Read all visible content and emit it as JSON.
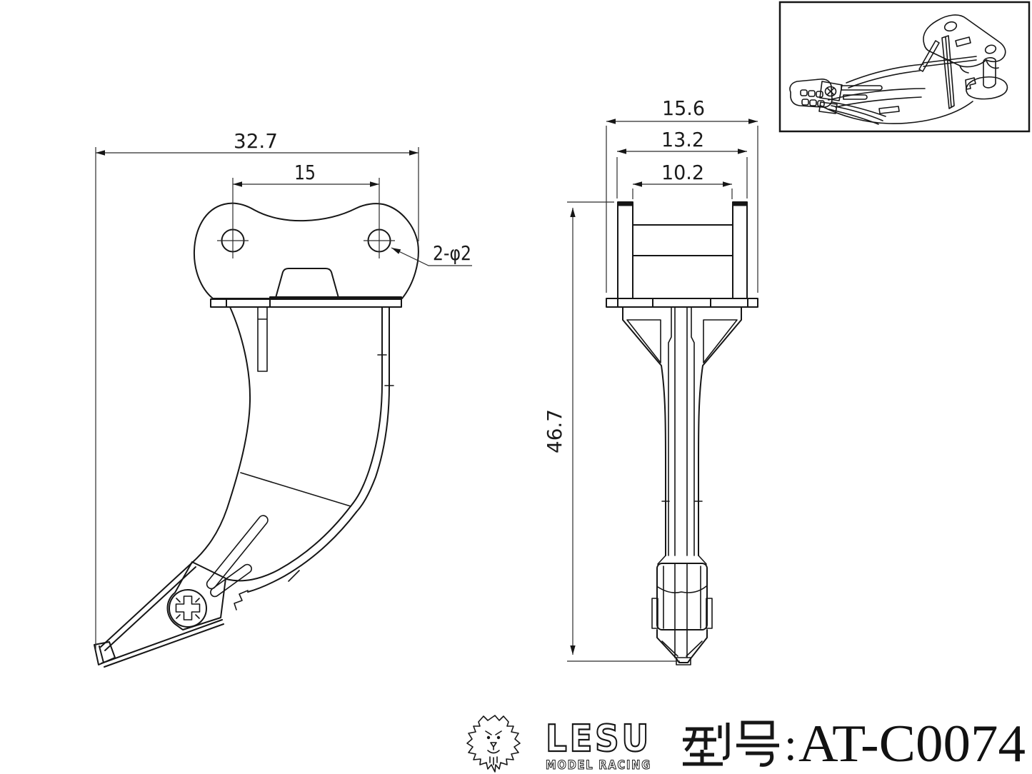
{
  "page": {
    "background": "#ffffff",
    "ink_color": "#161616"
  },
  "views": {
    "side_view": {
      "dims": {
        "overall_width": "32.7",
        "hole_spacing": "15",
        "holes_callout": "2-φ2"
      }
    },
    "front_view": {
      "dims": {
        "overall_width": "15.6",
        "mid_width": "13.2",
        "inner_width": "10.2",
        "overall_height": "46.7"
      }
    },
    "iso_view": {
      "description": "isometric-preview"
    }
  },
  "footer": {
    "brand": "LESU",
    "brand_subtitle": "MODEL RACING",
    "model_label": "型号",
    "model_separator": ":",
    "model_number": "AT-C0074"
  }
}
